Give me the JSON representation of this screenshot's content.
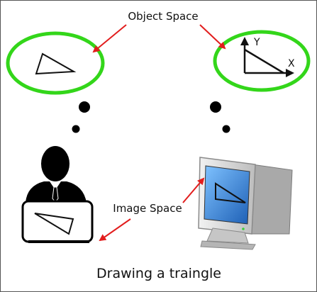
{
  "labels": {
    "object_space": "Object Space",
    "image_space": "Image Space",
    "caption": "Drawing  a traingle",
    "axis_y": "Y",
    "axis_x": "X"
  },
  "colors": {
    "ellipse_stroke": "#33d61a",
    "arrow": "#e21d1d",
    "outline": "#111111",
    "screen": "#2b7fd6",
    "monitor_body": "#d8d8d8"
  },
  "icons": [
    "person-at-laptop-icon",
    "crt-monitor-icon"
  ]
}
